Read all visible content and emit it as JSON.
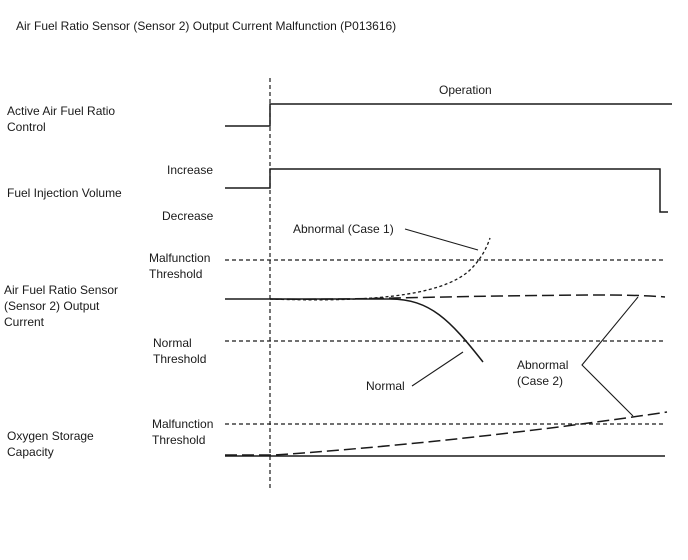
{
  "title": "Air Fuel Ratio Sensor (Sensor 2) Output Current Malfunction (P013616)",
  "rows": {
    "active_control": {
      "line1": "Active Air Fuel Ratio",
      "line2": "Control"
    },
    "fuel_injection": {
      "label": "Fuel Injection Volume"
    },
    "sensor_current": {
      "line1": "Air Fuel Ratio Sensor",
      "line2": "(Sensor 2) Output",
      "line3": "Current"
    },
    "oxygen_storage": {
      "line1": "Oxygen Storage",
      "line2": "Capacity"
    }
  },
  "levels": {
    "operation": "Operation",
    "increase": "Increase",
    "decrease": "Decrease",
    "malfunction_threshold_1": {
      "line1": "Malfunction",
      "line2": "Threshold"
    },
    "normal_threshold": {
      "line1": "Normal",
      "line2": "Threshold"
    },
    "malfunction_threshold_2": {
      "line1": "Malfunction",
      "line2": "Threshold"
    }
  },
  "annotations": {
    "abnormal_case1": "Abnormal (Case 1)",
    "normal": "Normal",
    "abnormal_case2": {
      "line1": "Abnormal",
      "line2": "(Case 2)"
    }
  },
  "colors": {
    "stroke": "#1a1a1a",
    "background": "#ffffff"
  }
}
